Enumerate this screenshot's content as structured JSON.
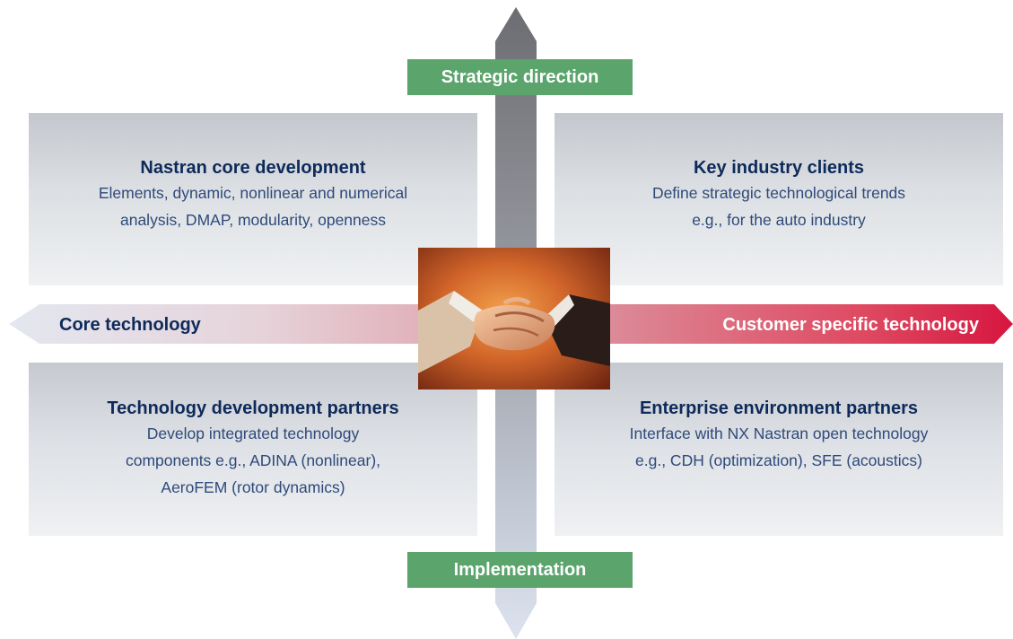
{
  "axes": {
    "top": "Strategic direction",
    "bottom": "Implementation",
    "left": "Core technology",
    "right": "Customer specific technology"
  },
  "quadrants": {
    "top_left": {
      "title": "Nastran core development",
      "lines": [
        "Elements, dynamic, nonlinear and numerical",
        "analysis, DMAP, modularity, openness"
      ]
    },
    "top_right": {
      "title": "Key industry clients",
      "lines": [
        "Define strategic technological trends",
        "e.g., for the auto industry"
      ]
    },
    "bottom_left": {
      "title": "Technology development partners",
      "lines": [
        "Develop integrated technology",
        "components e.g., ADINA (nonlinear),",
        "AeroFEM (rotor dynamics)"
      ]
    },
    "bottom_right": {
      "title": "Enterprise environment partners",
      "lines": [
        "Interface with NX Nastran open technology",
        "e.g., CDH (optimization), SFE (acoustics)"
      ]
    }
  },
  "center_image": "handshake-photo",
  "colors": {
    "green_box": "#5ba46c",
    "title_navy": "#0d2a5a",
    "body_blue": "#2e4a7a",
    "arrow_red": "#d81a42",
    "arrow_gray": "#6e6e72"
  }
}
